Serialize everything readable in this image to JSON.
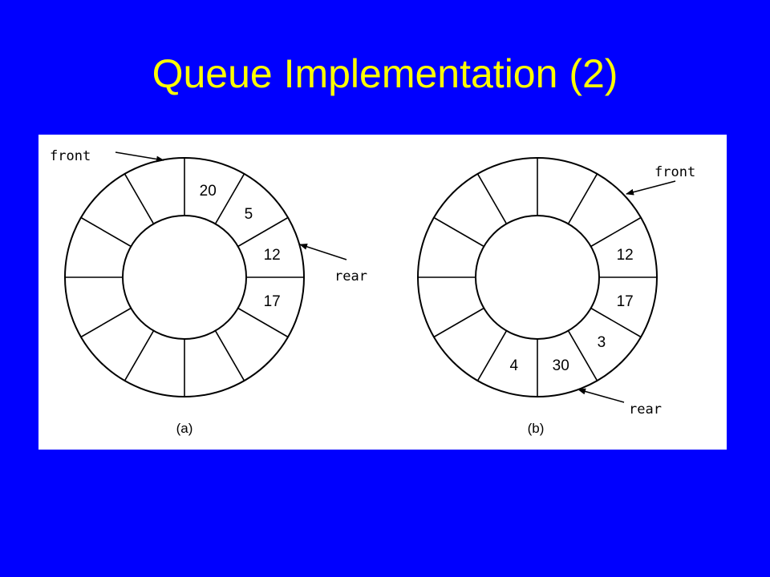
{
  "slide": {
    "title": "Queue Implementation (2)",
    "colors": {
      "background": "#0000ff",
      "title": "#ffff00",
      "panel": "#ffffff"
    }
  },
  "diagram": {
    "slots": 12,
    "queues": [
      {
        "caption": "(a)",
        "cells": [
          "20",
          "5",
          "12",
          "17",
          "",
          "",
          "",
          "",
          "",
          "",
          "",
          ""
        ],
        "front_label": "front",
        "rear_label": "rear"
      },
      {
        "caption": "(b)",
        "cells": [
          "",
          "",
          "12",
          "17",
          "3",
          "30",
          "4",
          "",
          "",
          "",
          "",
          ""
        ],
        "front_label": "front",
        "rear_label": "rear"
      }
    ]
  }
}
